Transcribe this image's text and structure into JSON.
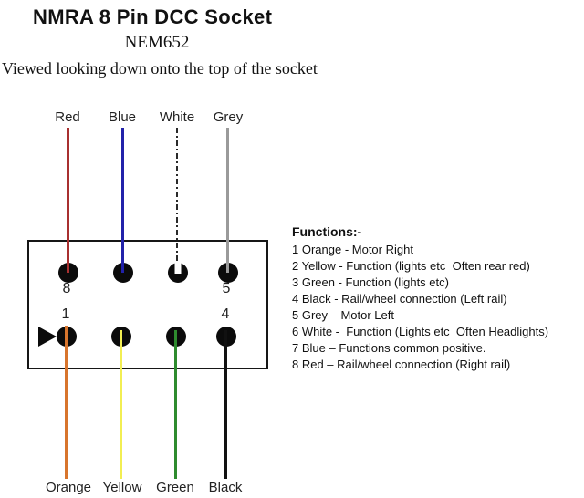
{
  "page": {
    "title": "NMRA 8 Pin DCC Socket",
    "subtitle": "NEM652",
    "caption": "Viewed looking down onto the top of the socket"
  },
  "diagram": {
    "top_wires": [
      {
        "label": "Red",
        "color": "#a83030",
        "style": "solid"
      },
      {
        "label": "Blue",
        "color": "#2222aa",
        "style": "solid"
      },
      {
        "label": "White",
        "color": "#2a2a2a",
        "style": "dashdot"
      },
      {
        "label": "Grey",
        "color": "#9a9a9a",
        "style": "solid"
      }
    ],
    "bottom_wires": [
      {
        "label": "Orange",
        "color": "#d8752d",
        "style": "solid"
      },
      {
        "label": "Yellow",
        "color": "#f2ee52",
        "style": "solid"
      },
      {
        "label": "Green",
        "color": "#2e8b2e",
        "style": "solid"
      },
      {
        "label": "Black",
        "color": "#111111",
        "style": "solid"
      }
    ],
    "pin_numbers": {
      "top_left": "8",
      "top_right": "5",
      "bottom_left": "1",
      "bottom_right": "4"
    }
  },
  "functions": {
    "heading": "Functions:-",
    "items": [
      "1 Orange - Motor Right",
      "2 Yellow - Function (lights etc  Often rear red)",
      "3 Green - Function (lights etc)",
      "4 Black - Rail/wheel connection (Left rail)",
      "5 Grey – Motor Left",
      "6 White -  Function (Lights etc  Often Headlights)",
      "7 Blue – Functions common positive.",
      "8 Red – Rail/wheel connection (Right rail)"
    ]
  }
}
